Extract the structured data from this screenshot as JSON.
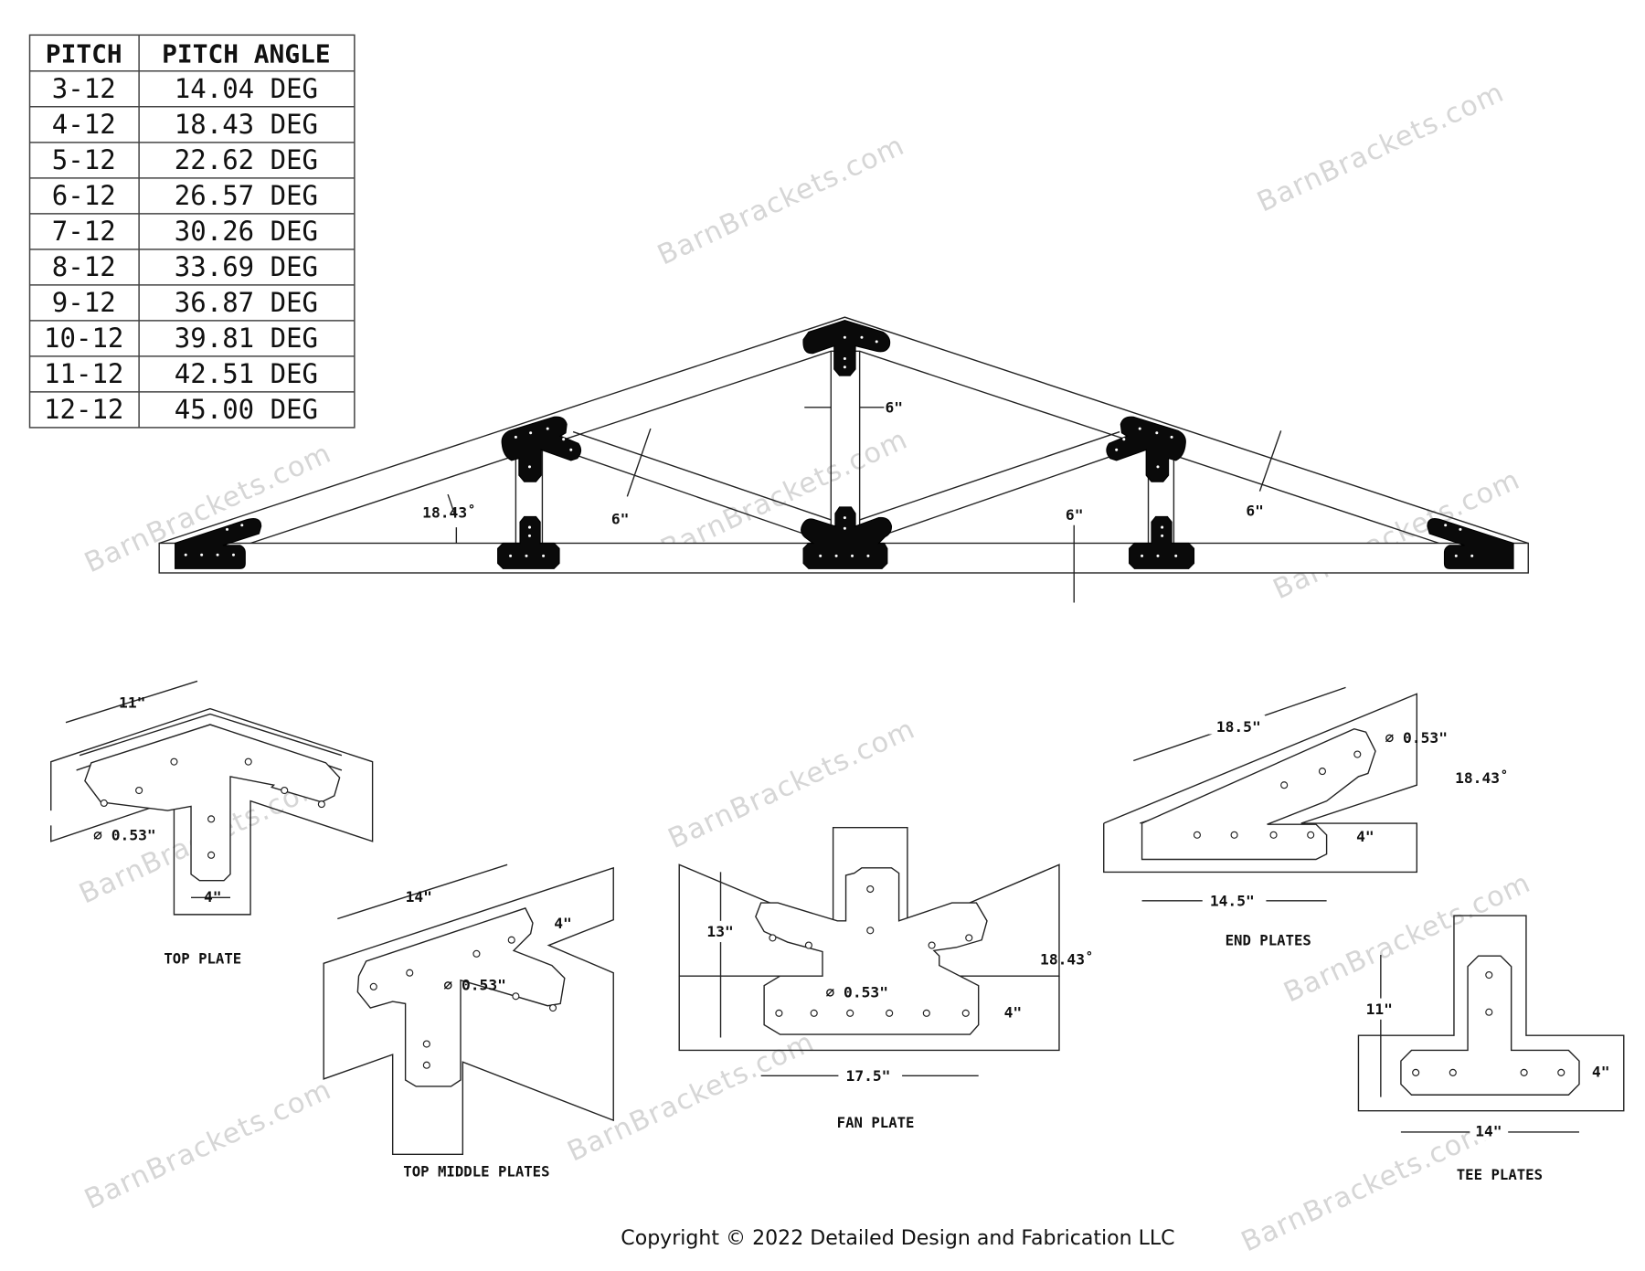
{
  "table": {
    "headers": [
      "PITCH",
      "PITCH ANGLE"
    ],
    "rows": [
      {
        "pitch": "3-12",
        "angle": "14.04 DEG"
      },
      {
        "pitch": "4-12",
        "angle": "18.43 DEG"
      },
      {
        "pitch": "5-12",
        "angle": "22.62 DEG"
      },
      {
        "pitch": "6-12",
        "angle": "26.57 DEG"
      },
      {
        "pitch": "7-12",
        "angle": "30.26 DEG"
      },
      {
        "pitch": "8-12",
        "angle": "33.69 DEG"
      },
      {
        "pitch": "9-12",
        "angle": "36.87 DEG"
      },
      {
        "pitch": "10-12",
        "angle": "39.81 DEG"
      },
      {
        "pitch": "11-12",
        "angle": "42.51 DEG"
      },
      {
        "pitch": "12-12",
        "angle": "45.00 DEG"
      }
    ]
  },
  "truss": {
    "pitch_angle_label": "18.43˚",
    "king_post_width": "6\"",
    "web_width": "6\"",
    "bottom_chord_depth": "6\"",
    "top_chord_depth": "6\""
  },
  "details": {
    "top_plate": {
      "title": "TOP PLATE",
      "length": "11\"",
      "width": "4\"",
      "hole": "0.53\""
    },
    "top_middle_plates": {
      "title": "TOP MIDDLE PLATES",
      "length": "14\"",
      "width": "4\"",
      "hole": "0.53\""
    },
    "fan_plate": {
      "title": "FAN PLATE",
      "height": "13\"",
      "length": "17.5\"",
      "width": "4\"",
      "hole": "0.53\"",
      "angle": "18.43˚"
    },
    "end_plates": {
      "title": "END PLATES",
      "top_length": "18.5\"",
      "bottom_length": "14.5\"",
      "width": "4\"",
      "hole": "0.53\"",
      "angle": "18.43˚"
    },
    "tee_plates": {
      "title": "TEE PLATES",
      "height": "11\"",
      "length": "14\"",
      "width": "4\""
    }
  },
  "watermark": "BarnBrackets.com",
  "copyright": "Copyright © 2022 Detailed Design and Fabrication LLC",
  "colors": {
    "ink": "#111111",
    "watermark": "#d6d6d6",
    "paper": "#ffffff"
  }
}
